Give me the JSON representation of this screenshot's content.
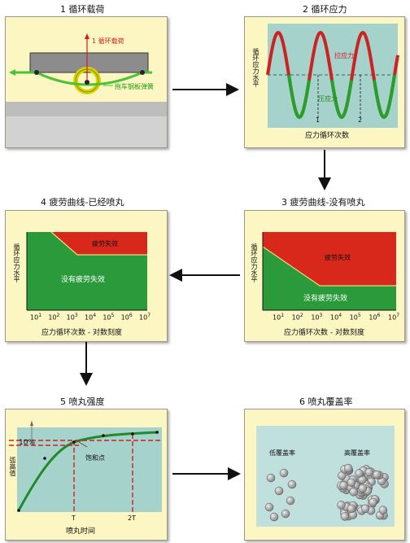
{
  "p1": {
    "title": "1  循环载荷",
    "load_label": "1 循环载荷",
    "spring_label": "拖车钢板弹簧"
  },
  "p2": {
    "title": "2  循环应力",
    "ylabel": "循环应力水平",
    "xlabel": "应力循环次数",
    "tension": "拉应力",
    "compression": "压应力",
    "mark1": "1",
    "mark2": "2"
  },
  "p3": {
    "title": "3  疲劳曲线-没有喷丸",
    "ylabel": "循环应力水平",
    "xlabel": "应力循环次数 - 对数刻度",
    "fail": "疲劳失效",
    "nofail": "没有疲劳失效",
    "ticks": [
      {
        "b": "10",
        "e": "1"
      },
      {
        "b": "10",
        "e": "2"
      },
      {
        "b": "10",
        "e": "3"
      },
      {
        "b": "10",
        "e": "4"
      },
      {
        "b": "10",
        "e": "5"
      },
      {
        "b": "10",
        "e": "6"
      },
      {
        "b": "10",
        "e": "7"
      }
    ]
  },
  "p4": {
    "title": "4  疲劳曲线-已经喷丸",
    "ylabel": "循环应力水平",
    "xlabel": "应力循环次数 - 对数刻度",
    "fail": "疲劳失效",
    "nofail": "没有疲劳失效",
    "ticks": [
      {
        "b": "10",
        "e": "1"
      },
      {
        "b": "10",
        "e": "2"
      },
      {
        "b": "10",
        "e": "3"
      },
      {
        "b": "10",
        "e": "4"
      },
      {
        "b": "10",
        "e": "5"
      },
      {
        "b": "10",
        "e": "6"
      },
      {
        "b": "10",
        "e": "7"
      }
    ]
  },
  "p5": {
    "title": "5  喷丸强度",
    "ylabel": "弧高值",
    "xlabel": "喷丸时间",
    "pct": "10%",
    "saturation": "饱和点",
    "t1": "T",
    "t2": "2T"
  },
  "p6": {
    "title": "6  喷丸覆盖率",
    "low": "低覆盖率",
    "high": "高覆盖率"
  }
}
